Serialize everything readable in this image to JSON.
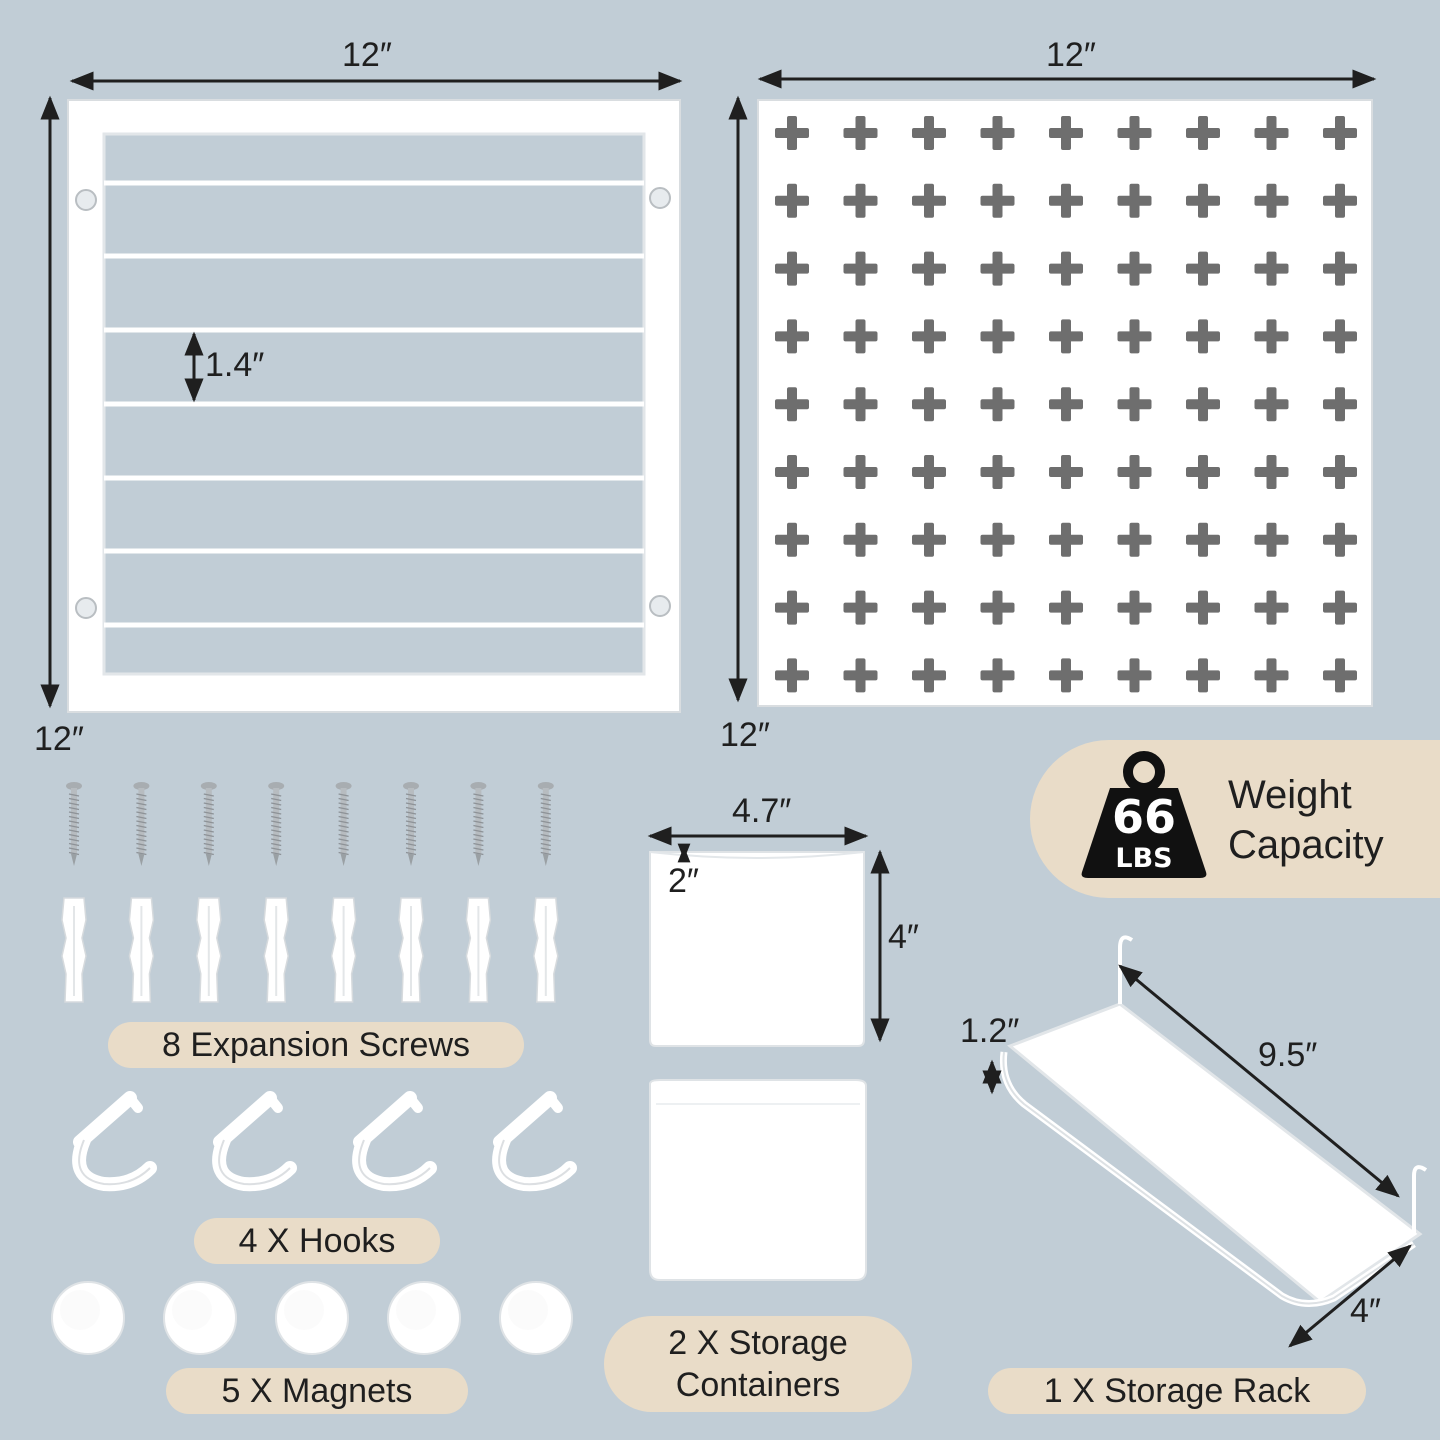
{
  "panel_left": {
    "width_label": "12″",
    "height_label": "12″",
    "spacing_label": "1.4″"
  },
  "panel_right": {
    "width_label": "12″",
    "height_label": "12″"
  },
  "weight": {
    "number": "66",
    "unit": "LBS",
    "line1": "Weight",
    "line2": "Capacity"
  },
  "labels": {
    "screws": "8 Expansion Screws",
    "hooks": "4 X Hooks",
    "magnets": "5 X Magnets",
    "containers_line1": "2 X Storage",
    "containers_line2": "Containers",
    "rack": "1 X Storage Rack"
  },
  "container_dims": {
    "width": "4.7″",
    "depth": "2″",
    "height": "4″"
  },
  "rack_dims": {
    "height": "1.2″",
    "length": "9.5″",
    "width": "4″"
  },
  "colors": {
    "background": "#c1cdd6",
    "pill": "#e9dcc8",
    "arrow": "#1f1f1f",
    "product": "#ffffff"
  }
}
